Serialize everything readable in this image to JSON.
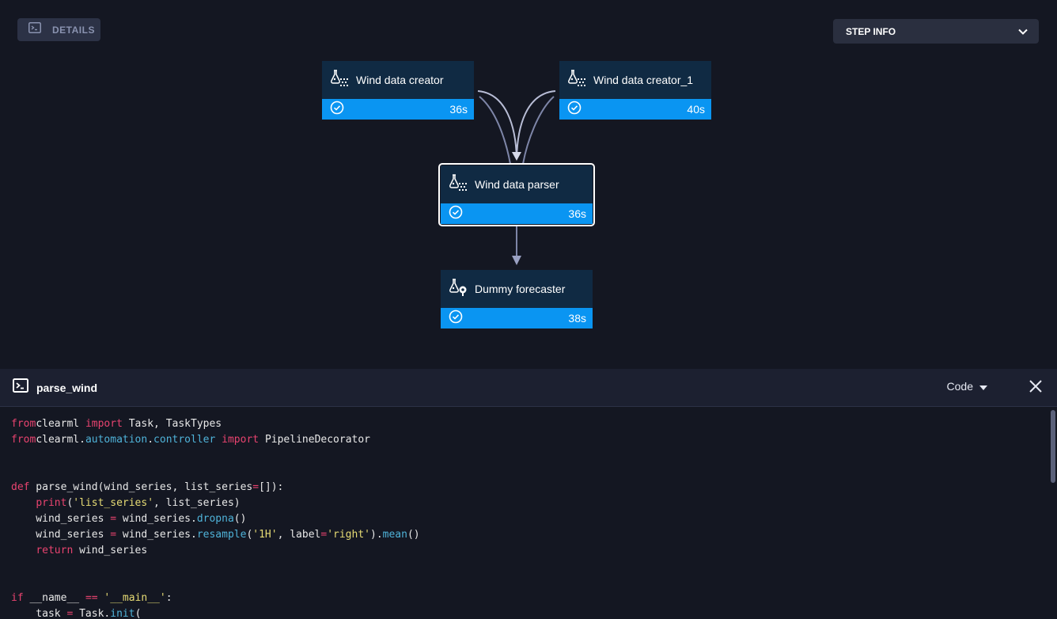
{
  "toolbar": {
    "details_label": "DETAILS",
    "step_info_label": "STEP INFO"
  },
  "nodes": [
    {
      "name": "Wind data creator",
      "duration": "36s",
      "status": "completed",
      "icon": "data-processing-task-icon"
    },
    {
      "name": "Wind data creator_1",
      "duration": "40s",
      "status": "completed",
      "icon": "data-processing-task-icon"
    },
    {
      "name": "Wind data parser",
      "duration": "36s",
      "status": "completed",
      "icon": "data-processing-task-icon",
      "selected": true
    },
    {
      "name": "Dummy forecaster",
      "duration": "38s",
      "status": "completed",
      "icon": "inference-task-icon"
    }
  ],
  "panel": {
    "title": "parse_wind",
    "view_select": "Code"
  },
  "code_lines": [
    [
      [
        "kw",
        "from"
      ],
      [
        "",
        "clearml "
      ],
      [
        "kw",
        "import"
      ],
      [
        "",
        " Task, TaskTypes"
      ]
    ],
    [
      [
        "kw",
        "from"
      ],
      [
        "",
        "clearml."
      ],
      [
        "fn",
        "automation"
      ],
      [
        "",
        "."
      ],
      [
        "fn",
        "controller"
      ],
      [
        "",
        " "
      ],
      [
        "kw",
        "import"
      ],
      [
        "",
        " PipelineDecorator"
      ]
    ],
    [],
    [],
    [
      [
        "kw",
        "def"
      ],
      [
        "",
        " parse_wind(wind_series, list_series"
      ],
      [
        "kw",
        "="
      ],
      [
        "",
        "[]):"
      ]
    ],
    [
      [
        "",
        "    "
      ],
      [
        "kw",
        "print"
      ],
      [
        "",
        "("
      ],
      [
        "str",
        "'list_series'"
      ],
      [
        "",
        ", list_series)"
      ]
    ],
    [
      [
        "",
        "    wind_series "
      ],
      [
        "kw",
        "="
      ],
      [
        "",
        " wind_series."
      ],
      [
        "fn",
        "dropna"
      ],
      [
        "",
        "()"
      ]
    ],
    [
      [
        "",
        "    wind_series "
      ],
      [
        "kw",
        "="
      ],
      [
        "",
        " wind_series."
      ],
      [
        "fn",
        "resample"
      ],
      [
        "",
        "("
      ],
      [
        "str",
        "'1H'"
      ],
      [
        "",
        ", label"
      ],
      [
        "kw",
        "="
      ],
      [
        "str",
        "'right'"
      ],
      [
        "",
        ")."
      ],
      [
        "fn",
        "mean"
      ],
      [
        "",
        "()"
      ]
    ],
    [
      [
        "",
        "    "
      ],
      [
        "kw",
        "return"
      ],
      [
        "",
        " wind_series"
      ]
    ],
    [],
    [],
    [
      [
        "kw",
        "if"
      ],
      [
        "",
        " __name__ "
      ],
      [
        "kw",
        "=="
      ],
      [
        "",
        " "
      ],
      [
        "str",
        "'__main__'"
      ],
      [
        "",
        ":"
      ]
    ],
    [
      [
        "",
        "    task "
      ],
      [
        "kw",
        "="
      ],
      [
        "",
        " Task."
      ],
      [
        "fn",
        "init"
      ],
      [
        "",
        "("
      ]
    ]
  ]
}
